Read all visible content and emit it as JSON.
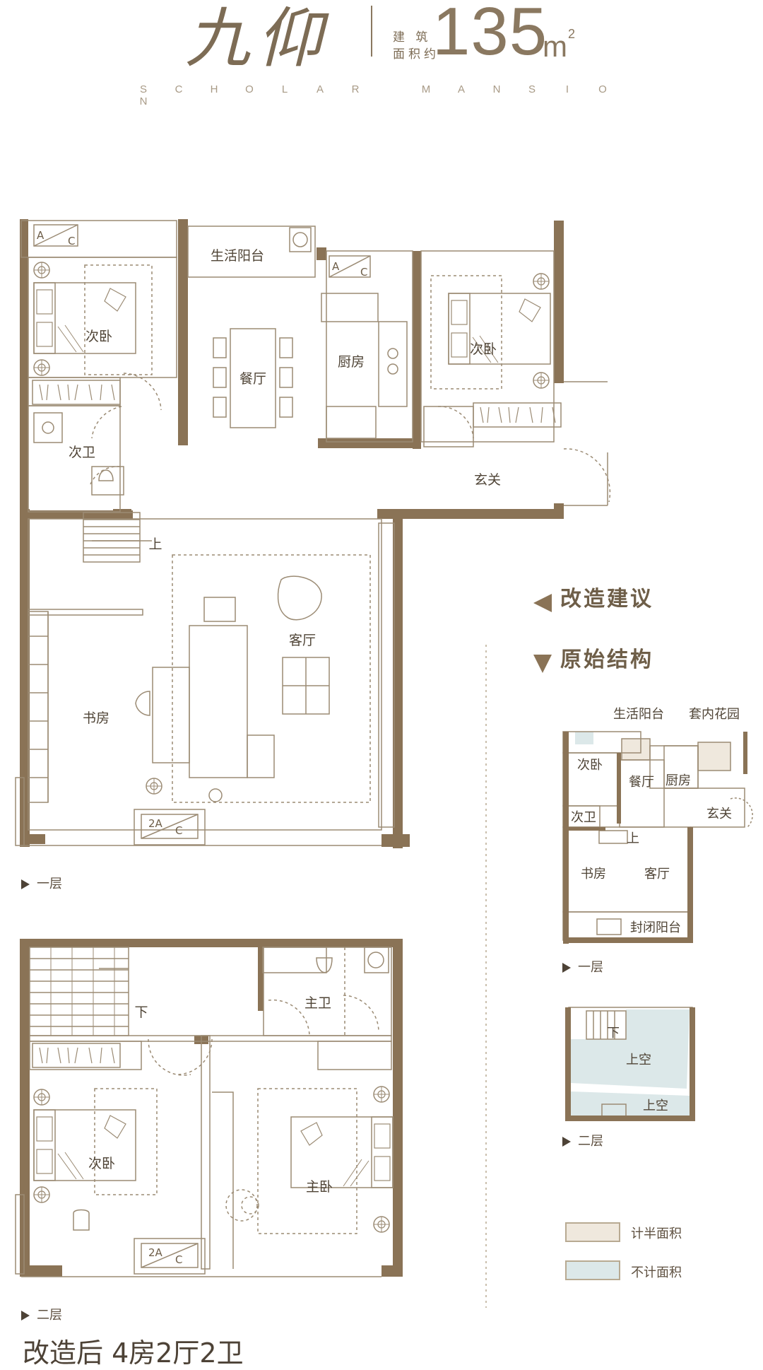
{
  "header": {
    "name": "九仰",
    "area_label_line1": "建 筑",
    "area_label_line2": "面积约",
    "area_number": "135",
    "area_unit": "m",
    "area_unit_sup": "2",
    "subtitle_letters": [
      "S",
      "C",
      "H",
      "O",
      "L",
      "A",
      "R",
      "",
      "M",
      "A",
      "N",
      "S",
      "I",
      "O",
      "N"
    ]
  },
  "legend": {
    "suggestion": "改造建议",
    "original": "原始结构",
    "half_area": "计半面积",
    "no_area": "不计面积"
  },
  "plan1": {
    "floor_label": "一层",
    "rooms": {
      "balcony": "生活阳台",
      "dining": "餐厅",
      "kitchen": "厨房",
      "bedroom_left": "次卧",
      "bedroom_right": "次卧",
      "bath": "次卫",
      "entry": "玄关",
      "living": "客厅",
      "study": "书房",
      "stair_up": "上"
    }
  },
  "plan2": {
    "floor_label": "二层",
    "rooms": {
      "stair_down": "下",
      "master_bath": "主卫",
      "bedroom": "次卧",
      "master": "主卧"
    }
  },
  "ac_labels": {
    "a_top_left": "A",
    "c_top_left": "C",
    "a_kitchen": "A",
    "c_kitchen": "C",
    "ac_living": "2A",
    "c_living": "C",
    "ac_upper": "2A",
    "c_upper": "C"
  },
  "mini1": {
    "floor_label": "一层",
    "rooms": {
      "balcony": "生活阳台",
      "garden": "套内花园",
      "bedroom": "次卧",
      "dining": "餐厅",
      "kitchen": "厨房",
      "bath": "次卫",
      "up": "上",
      "entry": "玄关",
      "study": "书房",
      "living": "客厅",
      "enclosed_balcony": "封闭阳台"
    }
  },
  "mini2": {
    "floor_label": "二层",
    "rooms": {
      "down": "下",
      "void1": "上空",
      "void2": "上空"
    }
  },
  "footer": {
    "summary": "改造后 4房2厅2卫"
  },
  "colors": {
    "wall": "#8a7356",
    "line": "#9b8b74",
    "half_area": "#efe8dd",
    "no_area": "#dce8e9"
  }
}
